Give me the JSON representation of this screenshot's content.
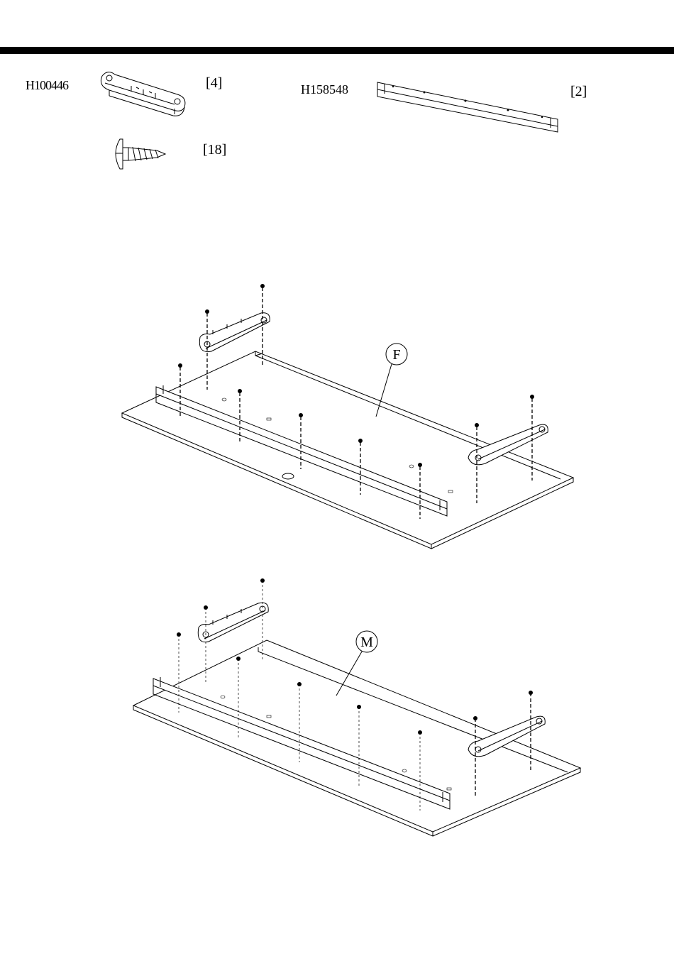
{
  "parts": {
    "bracket": {
      "code": "H100446",
      "qty": "[4]"
    },
    "rail": {
      "code": "H158548",
      "qty": "[2]"
    },
    "screw": {
      "qty": "[18]"
    }
  },
  "steps": [
    {
      "panel_label": "F"
    },
    {
      "panel_label": "M"
    }
  ],
  "icons": [
    "bracket-part-icon",
    "screw-part-icon",
    "rail-part-icon",
    "panel-illustration"
  ]
}
